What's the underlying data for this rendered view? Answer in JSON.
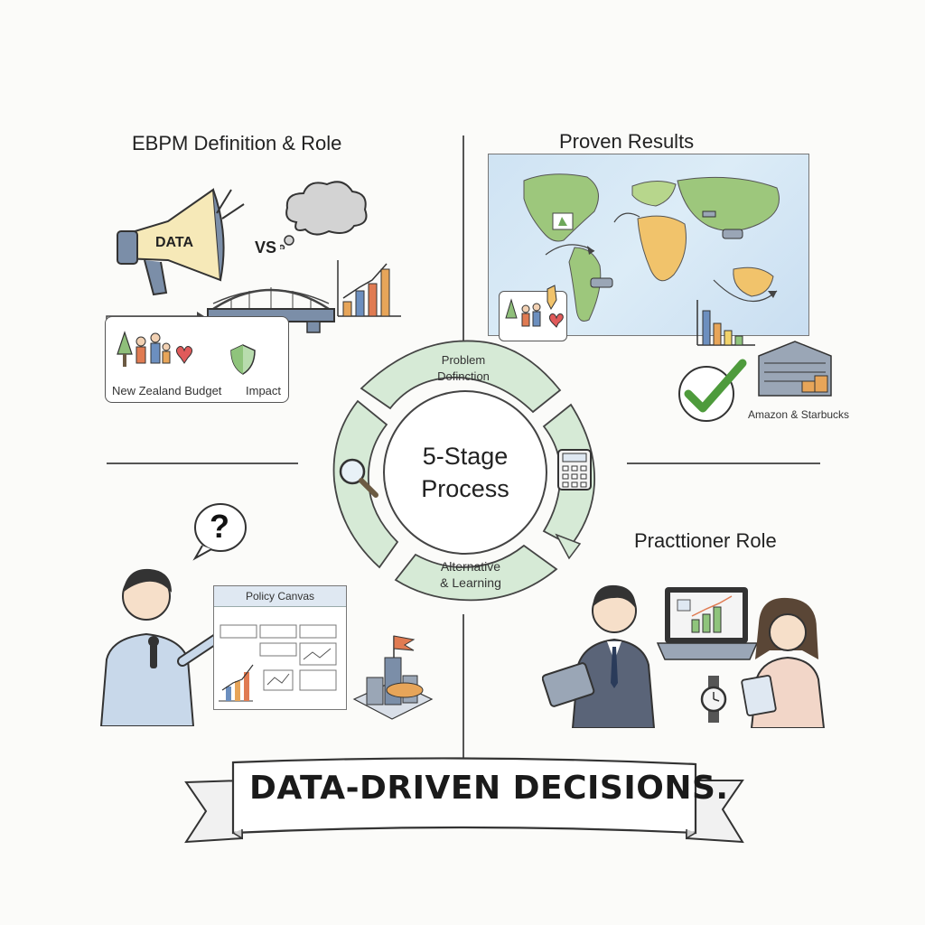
{
  "sections": {
    "top_left": {
      "title": "EBPM Definition & Role",
      "megaphone_text": "DATA",
      "vs_text": "VS",
      "left_caption": "New Zealand Budget",
      "right_caption": "Impact"
    },
    "top_right": {
      "title": "Proven Results",
      "caption": "Amazon & Starbucks"
    },
    "bottom_left": {
      "speech_text": "?",
      "canvas_title": "Policy Canvas"
    },
    "bottom_right": {
      "title": "Practtioner Role"
    }
  },
  "cycle": {
    "center_line1": "5-Stage",
    "center_line2": "Process",
    "top_stage": [
      "Problem",
      "Dofinction"
    ],
    "bottom_stage": [
      "Alternative",
      "& Learning"
    ]
  },
  "banner": {
    "text": "DATA-DRIVEN DECISIONS."
  },
  "colors": {
    "stage_green": "#d6ead6",
    "accent_orange": "#e7a559",
    "accent_blue": "#6c8fbf",
    "check_green": "#4e9b3c"
  }
}
